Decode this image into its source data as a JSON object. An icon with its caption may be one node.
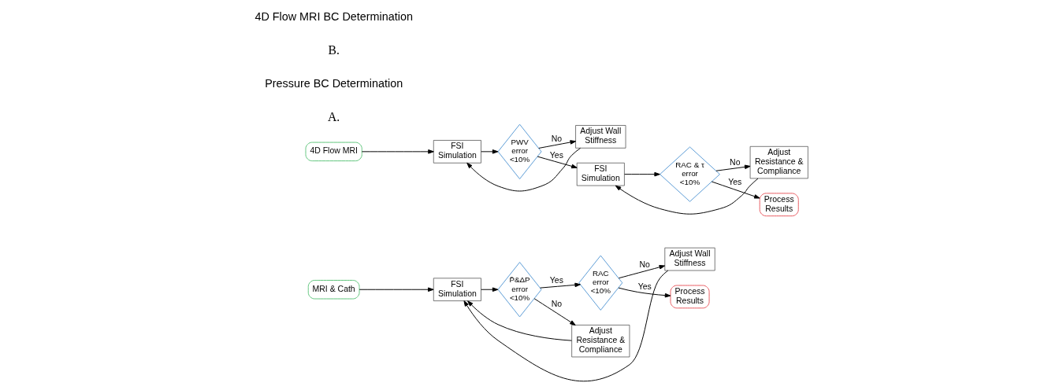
{
  "diagram": {
    "nodes": [
      {
        "text": [
          "MRI & Cath"
        ]
      },
      {
        "text": [
          "FSI Simulation"
        ]
      },
      {
        "text": [
          "P̄&ΔP error <10%"
        ]
      },
      {
        "text": [
          "RAC error <10%"
        ]
      },
      {
        "text": [
          "Adjust Resistance & Compliance"
        ]
      },
      {
        "text": [
          "Adjust Wall Stiffness"
        ]
      },
      {
        "text": [
          "Process Results"
        ]
      },
      {
        "text": [
          "4D Flow MRI"
        ]
      },
      {
        "text": [
          "FSI Simulation"
        ]
      },
      {
        "text": [
          "PWV error <10%"
        ]
      },
      {
        "text": [
          "Adjust Wall Stiffness"
        ]
      },
      {
        "text": [
          "FSI Simulation"
        ]
      },
      {
        "text": [
          "RAC & τ error <10%"
        ]
      },
      {
        "text": [
          "Adjust Resistance & Compliance"
        ]
      },
      {
        "text": [
          "Process Results"
        ]
      }
    ],
    "edges": [
      {
        "from": 0,
        "to": 1,
        "arrow": "to"
      },
      {
        "from": 1,
        "to": 2,
        "arrow": "to"
      },
      {
        "from": 2,
        "to": 3,
        "arrow": "to",
        "label": "Yes"
      },
      {
        "from": 2,
        "to": 4,
        "arrow": "to",
        "label": "No"
      },
      {
        "from": 4,
        "to": 1,
        "arrow": "to"
      },
      {
        "from": 3,
        "to": 5,
        "arrow": "to",
        "label": "No"
      },
      {
        "from": 5,
        "to": 1,
        "arrow": "to"
      },
      {
        "from": 3,
        "to": 6,
        "arrow": "to",
        "label": "Yes"
      },
      {
        "from": 7,
        "to": 8,
        "arrow": "to"
      },
      {
        "from": 8,
        "to": 9,
        "arrow": "to"
      },
      {
        "from": 9,
        "to": 11,
        "arrow": "to",
        "label": "Yes"
      },
      {
        "from": 9,
        "to": 10,
        "arrow": "to",
        "label": "No"
      },
      {
        "from": 10,
        "to": 8,
        "arrow": "to"
      },
      {
        "from": 11,
        "to": 12,
        "arrow": "to"
      },
      {
        "from": 12,
        "to": 13,
        "arrow": "to",
        "label": "No"
      },
      {
        "from": 13,
        "to": 11,
        "arrow": "to"
      },
      {
        "from": 12,
        "to": 14,
        "arrow": "to",
        "label": "Yes"
      }
    ],
    "labels": [
      "A.",
      "Pressure BC Determination",
      "B.",
      "4D Flow MRI BC Determination"
    ]
  }
}
